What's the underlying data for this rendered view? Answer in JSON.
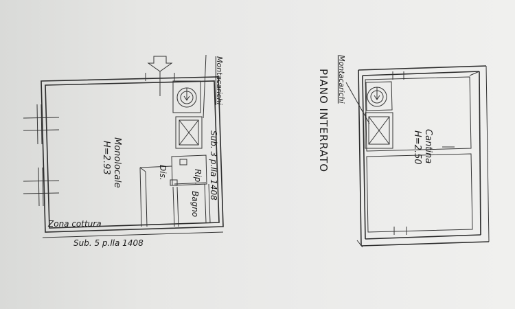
{
  "left_plan": {
    "main_room": "Monolocale",
    "main_height": "H=2.93",
    "storage": "Rip.",
    "hallway": "Dis.",
    "bathroom": "Bagno",
    "kitchen_zone": "Zona cottura",
    "neighbour_side": "Sub. 3 p.lla 1408",
    "neighbour_bottom": "Sub. 5 p.lla 1408",
    "lift_label": "Montacarichi"
  },
  "right_plan": {
    "floor_title": "PIANO INTERRATO",
    "cellar": "Cantina",
    "cellar_height": "H=2.50",
    "lift_label": "Montacarichi"
  }
}
